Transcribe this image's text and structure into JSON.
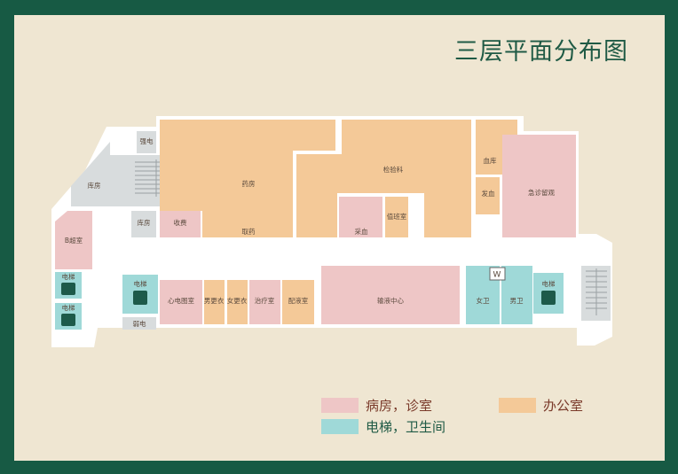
{
  "map": {
    "title": "三层平面分布图",
    "colors": {
      "ward": "#eec6c6",
      "office": "#f4c998",
      "elevator": "#9fd9d8",
      "service": "#d8dcdd",
      "corridor": "#ffffff",
      "frame": "#175a44",
      "background": "#efe6d2"
    },
    "rooms": {
      "strong_power": "强电",
      "storage_1": "库房",
      "storage_2": "库房",
      "pharmacy": "药房",
      "pickup": "取药",
      "cashier": "收费",
      "lab": "检验科",
      "blood_bank": "血库",
      "blood_issue": "发血",
      "value_room": "值班室",
      "blood_draw": "采血",
      "emergency_obs": "急诊留观",
      "b_ultrasound": "B超室",
      "elevator_1": "电梯",
      "elevator_2": "电梯",
      "elevator_3": "电梯",
      "elevator_4": "电梯",
      "weak_power": "弱电",
      "ecg": "心电图室",
      "male_changing": "男更衣",
      "female_changing": "女更衣",
      "treatment": "治疗室",
      "dispensing": "配液室",
      "infusion": "输液中心",
      "women_wc": "女卫",
      "men_wc": "男卫",
      "wc_sign": "W"
    },
    "legend": [
      {
        "label": "病房，诊室",
        "color": "#eec6c6"
      },
      {
        "label": "办公室",
        "color": "#f4c998"
      },
      {
        "label": "电梯，卫生间",
        "color": "#9fd9d8"
      }
    ]
  }
}
